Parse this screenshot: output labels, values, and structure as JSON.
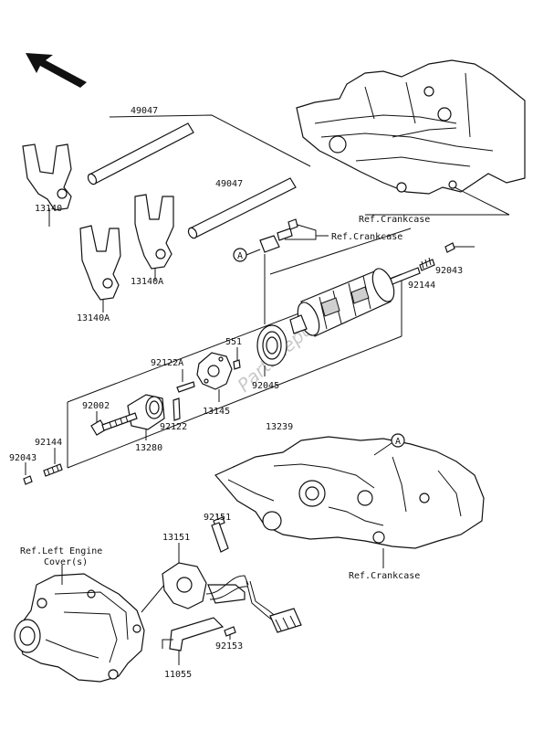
{
  "watermark": "PartsRepublik",
  "refs": {
    "crankcase_top": "Ref.Crankcase",
    "crankcase_bolt": "Ref.Crankcase",
    "crankcase_bottom": "Ref.Crankcase",
    "engine_cover_line1": "Ref.Left Engine",
    "engine_cover_line2": "Cover(s)"
  },
  "markers": {
    "a_top": "A",
    "a_bottom": "A"
  },
  "parts": {
    "p49047_a": "49047",
    "p49047_b": "49047",
    "p13140": "13140",
    "p13140a_1": "13140A",
    "p13140a_2": "13140A",
    "p92043_r": "92043",
    "p92144_r": "92144",
    "p551": "551",
    "p92045": "92045",
    "p92122a": "92122A",
    "p92002": "92002",
    "p92122": "92122",
    "p13145": "13145",
    "p13239": "13239",
    "p13280": "13280",
    "p92144_l": "92144",
    "p92043_l": "92043",
    "p92151": "92151",
    "p13151": "13151",
    "p92153": "92153",
    "p11055": "11055"
  }
}
